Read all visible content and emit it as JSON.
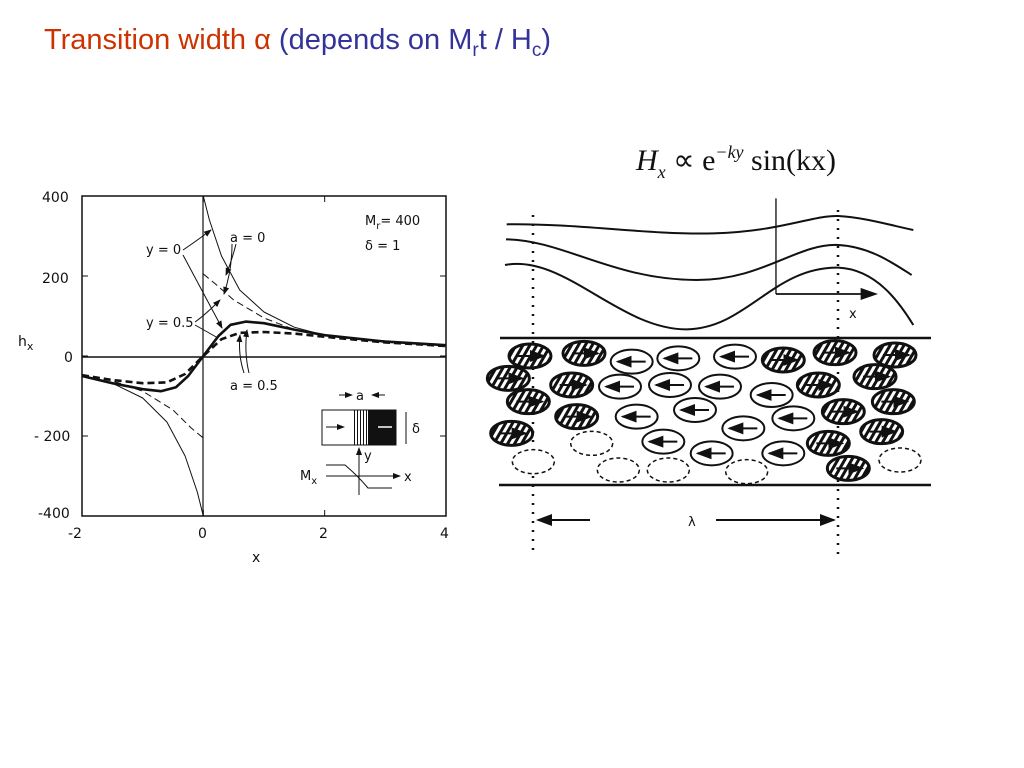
{
  "slide": {
    "title_main": "Transition width α",
    "title_paren_open": "(depends on M",
    "title_sub_r": "r",
    "title_mid": "t / H",
    "title_sub_c": "c",
    "title_close": ")",
    "colors": {
      "title_main": "#cc3300",
      "title_paren": "#333399"
    }
  },
  "chart_data": {
    "type": "line",
    "title": "",
    "xlabel": "x",
    "ylabel": "h",
    "ylabel_sub": "x",
    "xlim": [
      -2,
      4
    ],
    "ylim": [
      -400,
      400
    ],
    "xticks": [
      "-2",
      "0",
      "2",
      "4"
    ],
    "yticks": [
      "400",
      "200",
      "0",
      "- 200",
      "-400"
    ],
    "annotations": {
      "params_line1_a": "M",
      "params_line1_sub": "r",
      "params_line1_b": "= 400",
      "params_line2": "δ  =  1",
      "y0": "y = 0",
      "y05": "y = 0.5",
      "a0": "a = 0",
      "a05": "a = 0.5",
      "inset_a": "a",
      "inset_delta": "δ",
      "inset_y": "y",
      "inset_x": "x",
      "inset_mx": "M",
      "inset_mx_sub": "x"
    },
    "series": [
      {
        "name": "a=0, y=0",
        "style": "thin-solid",
        "segments": [
          [
            [
              -2,
              -50
            ],
            [
              -1.5,
              -68
            ],
            [
              -1,
              -105
            ],
            [
              -0.6,
              -165
            ],
            [
              -0.3,
              -250
            ],
            [
              -0.1,
              -340
            ],
            [
              0,
              -400
            ]
          ],
          [
            [
              0,
              400
            ],
            [
              0.1,
              340
            ],
            [
              0.3,
              250
            ],
            [
              0.6,
              165
            ],
            [
              1,
              110
            ],
            [
              1.5,
              72
            ],
            [
              2,
              52
            ],
            [
              3,
              36
            ],
            [
              4,
              27
            ]
          ]
        ]
      },
      {
        "name": "a=0, y=0.5",
        "style": "thin-dashed",
        "segments": [
          [
            [
              -2,
              -48
            ],
            [
              -1.5,
              -62
            ],
            [
              -1,
              -88
            ],
            [
              -0.5,
              -135
            ],
            [
              -0.2,
              -180
            ],
            [
              0,
              -205
            ]
          ],
          [
            [
              0,
              205
            ],
            [
              0.2,
              180
            ],
            [
              0.5,
              140
            ],
            [
              1,
              95
            ],
            [
              1.5,
              66
            ],
            [
              2,
              50
            ],
            [
              3,
              35
            ],
            [
              4,
              26
            ]
          ]
        ]
      },
      {
        "name": "a=0.5, y=0",
        "style": "thick-solid",
        "segments": [
          [
            [
              -2,
              -50
            ],
            [
              -1.5,
              -68
            ],
            [
              -1,
              -83
            ],
            [
              -0.7,
              -88
            ],
            [
              -0.45,
              -78
            ],
            [
              -0.25,
              -50
            ],
            [
              0,
              0
            ],
            [
              0.25,
              50
            ],
            [
              0.45,
              78
            ],
            [
              0.7,
              86
            ],
            [
              1,
              82
            ],
            [
              1.5,
              66
            ],
            [
              2,
              52
            ],
            [
              3,
              36
            ],
            [
              4,
              27
            ]
          ]
        ]
      },
      {
        "name": "a=0.5, y=0.5",
        "style": "thick-dashed",
        "segments": [
          [
            [
              -2,
              -48
            ],
            [
              -1.5,
              -60
            ],
            [
              -1,
              -68
            ],
            [
              -0.6,
              -66
            ],
            [
              -0.3,
              -45
            ],
            [
              0,
              0
            ],
            [
              0.3,
              42
            ],
            [
              0.6,
              58
            ],
            [
              1,
              60
            ],
            [
              1.5,
              56
            ],
            [
              2,
              48
            ],
            [
              3,
              34
            ],
            [
              4,
              25
            ]
          ]
        ]
      }
    ]
  },
  "diagram": {
    "formula_H": "H",
    "formula_sub": "x",
    "formula_prop": " ∝ e",
    "formula_exp": "−ky",
    "formula_tail": " sin(kx)",
    "x_label": "x",
    "lambda_label": "λ"
  }
}
